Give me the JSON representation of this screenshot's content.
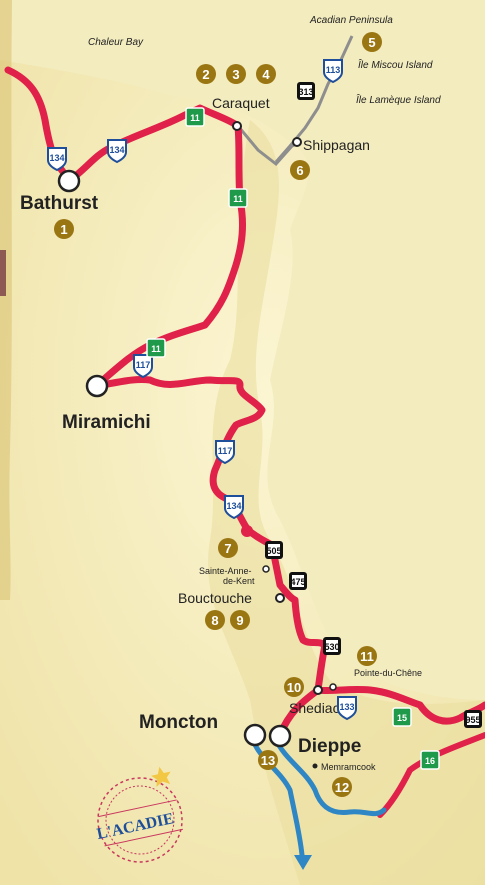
{
  "colors": {
    "road_main": "#e0214a",
    "road_secondary": "#8e8e8e",
    "river": "#2f86c4",
    "number_circle": "#9a7613",
    "land_light": "#f7efc0",
    "land_shade": "#e6d792",
    "shield_blue": "#1f4f9a",
    "shield_green": "#1f9a4a"
  },
  "water_labels": {
    "chaleur_bay": "Chaleur Bay",
    "acadian_peninsula": "Acadian Peninsula",
    "miscou": "Île Miscou Island",
    "lameque": "Île Lamèque Island"
  },
  "places": {
    "bathurst": "Bathurst",
    "caraquet": "Caraquet",
    "shippagan": "Shippagan",
    "miramichi": "Miramichi",
    "sainte_anne_1": "Sainte-Anne-",
    "sainte_anne_2": "de-Kent",
    "bouctouche": "Bouctouche",
    "pointe_du_chene": "Pointe-du-Chêne",
    "shediac": "Shediac",
    "moncton": "Moncton",
    "dieppe": "Dieppe",
    "memramcook": "Memramcook"
  },
  "markers": {
    "m1": "1",
    "m2": "2",
    "m3": "3",
    "m4": "4",
    "m5": "5",
    "m6": "6",
    "m7": "7",
    "m8": "8",
    "m9": "9",
    "m10": "10",
    "m11": "11",
    "m12": "12",
    "m13": "13"
  },
  "routes": {
    "r134a": "134",
    "r134b": "134",
    "r11a": "11",
    "r11b": "11",
    "r11c": "11",
    "r313": "313",
    "r113": "113",
    "r117a": "117",
    "r117b": "117",
    "r134c": "134",
    "r505": "505",
    "r475": "475",
    "r530": "530",
    "r133": "133",
    "r15": "15",
    "r955": "955",
    "r16": "16"
  },
  "stamp": {
    "text": "L'ACADIE"
  },
  "icons": {
    "stamp": "postmark-stamp-icon",
    "arrow": "river-arrow-icon"
  }
}
